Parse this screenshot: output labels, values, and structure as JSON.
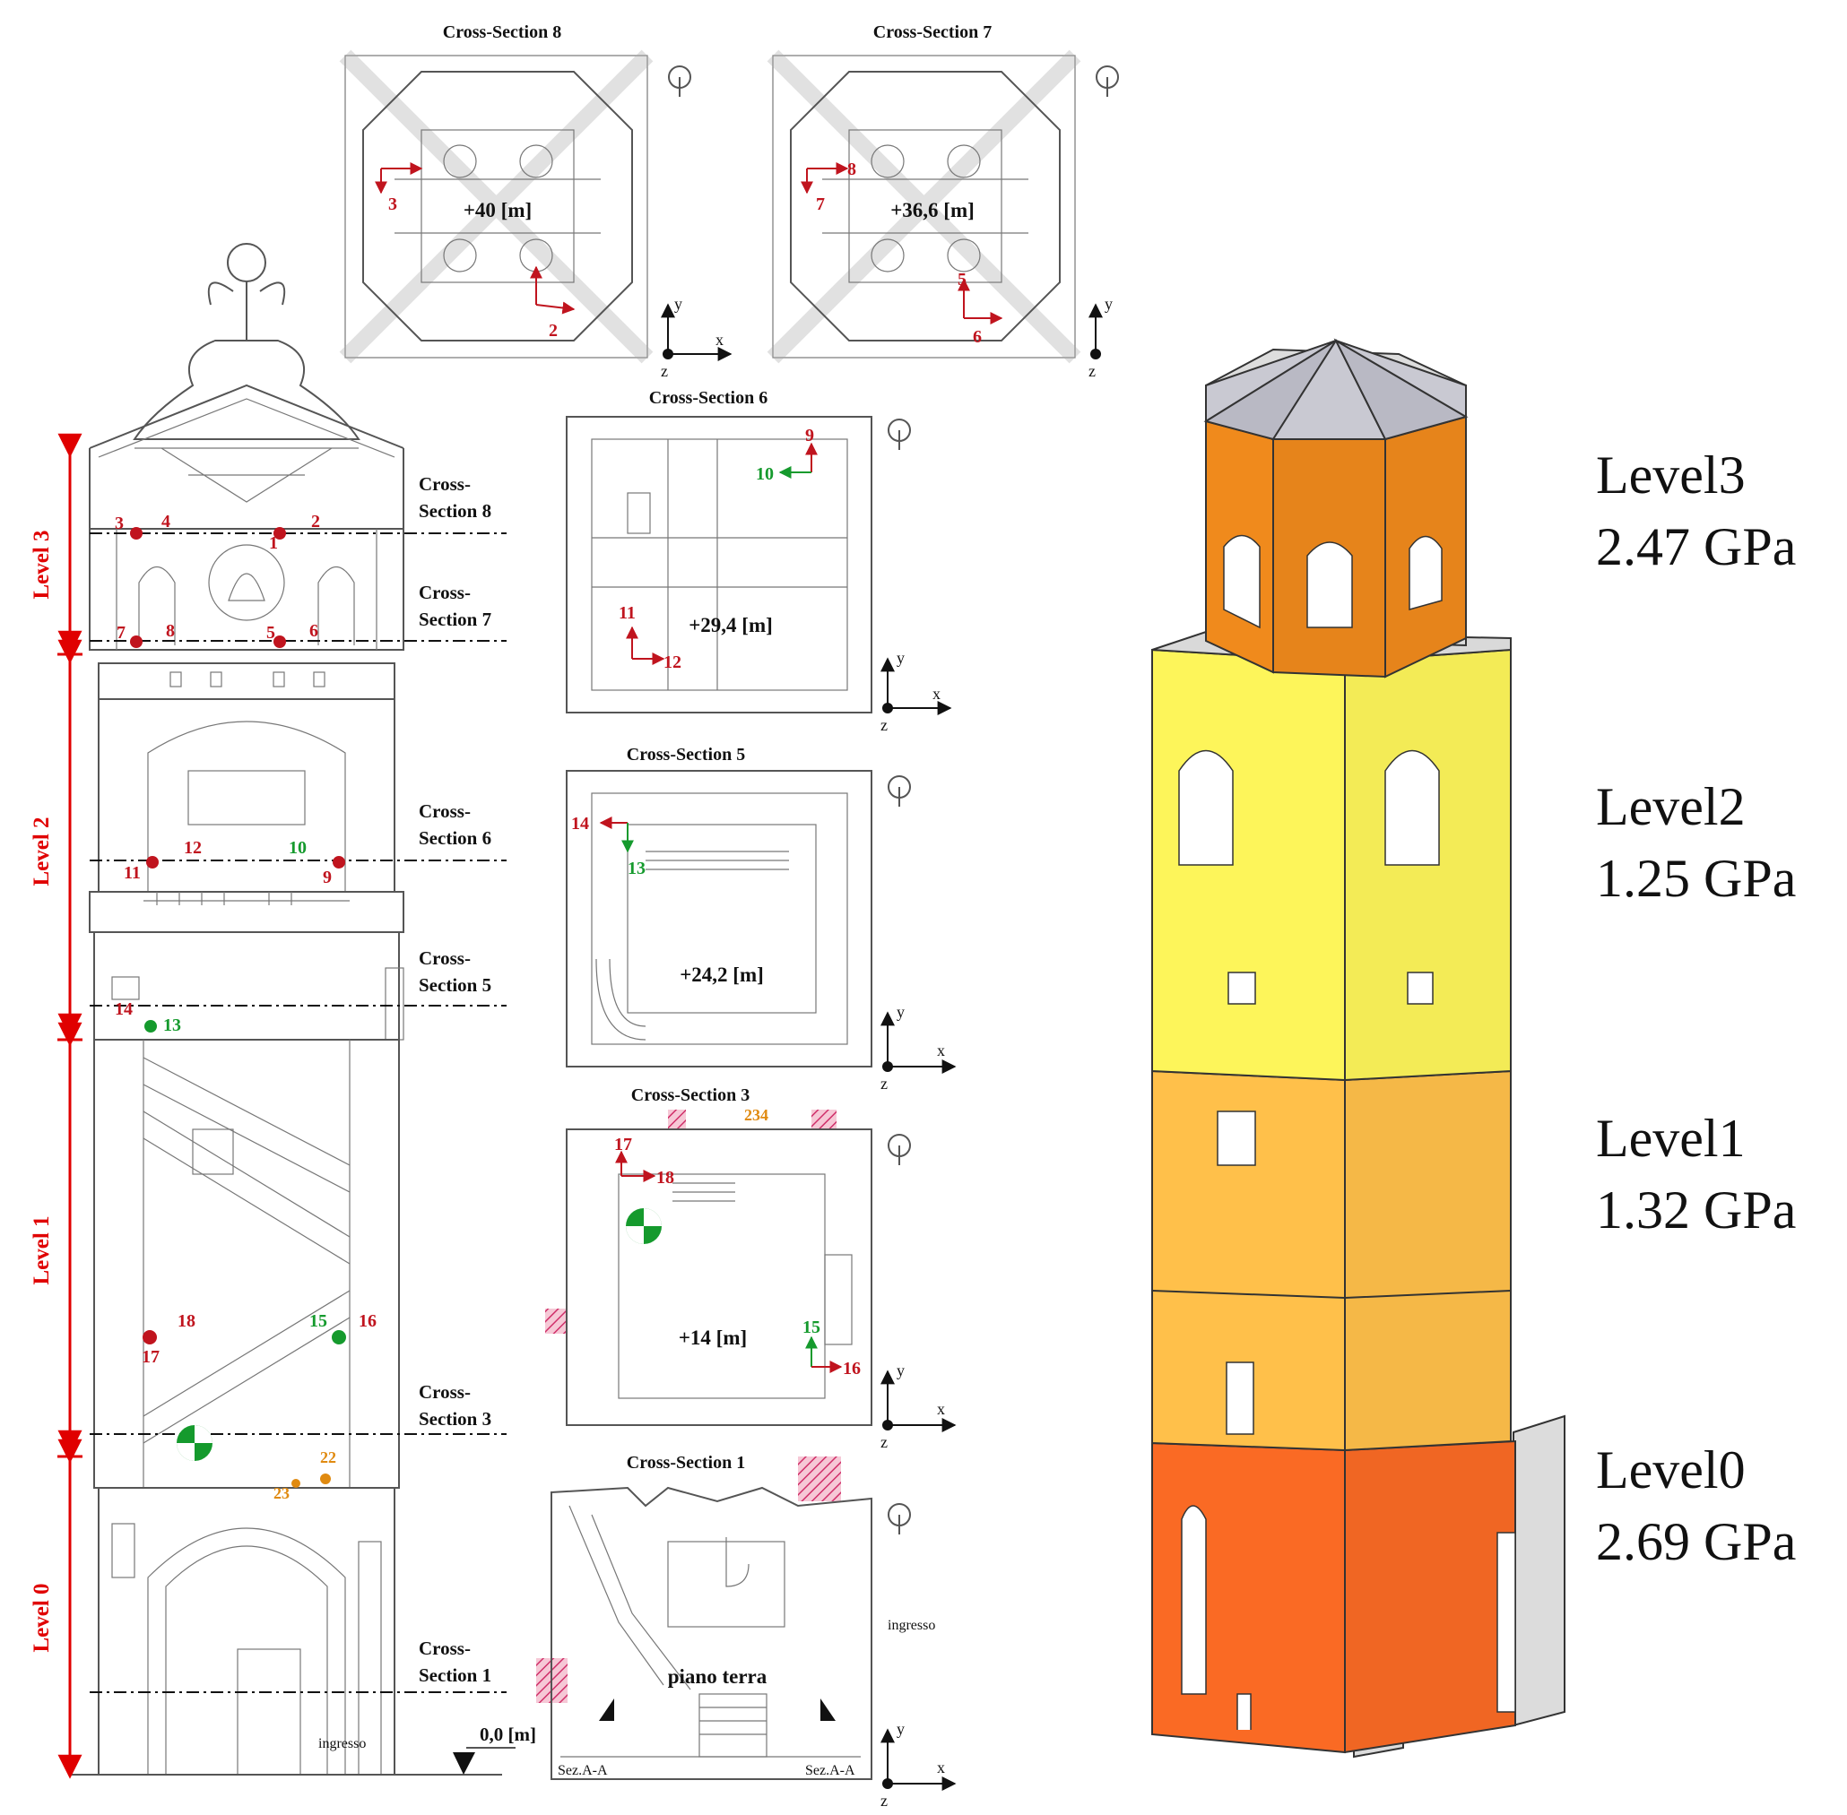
{
  "cross_sections": {
    "cs8": {
      "title": "Cross-Section  8",
      "elevation": "+40 [m]"
    },
    "cs7": {
      "title": "Cross-Section  7",
      "elevation": "+36,6 [m]"
    },
    "cs6": {
      "title": "Cross-Section  6",
      "elevation": "+29,4 [m]"
    },
    "cs5": {
      "title": "Cross-Section  5",
      "elevation": "+24,2 [m]"
    },
    "cs3": {
      "title": "Cross-Section  3",
      "elevation": "+14 [m]",
      "label_234": "234"
    },
    "cs1": {
      "title": "Cross-Section  1",
      "center": "piano terra",
      "side": "ingresso",
      "sez_left": "Sez.A-A",
      "sez_right": "Sez.A-A"
    }
  },
  "elevation_view": {
    "levels": [
      "Level 3",
      "Level 2",
      "Level 1",
      "Level 0"
    ],
    "section_words": {
      "cross": "Cross-",
      "section": "Section"
    },
    "section_numbers": [
      "8",
      "7",
      "6",
      "5",
      "3",
      "1"
    ],
    "ground": "0,0 [m]",
    "entrance": "ingresso"
  },
  "axes": {
    "x": "x",
    "y": "y",
    "z": "z"
  },
  "sensors": {
    "s1": "1",
    "s2": "2",
    "s3": "3",
    "s4": "4",
    "s5": "5",
    "s6": "6",
    "s7": "7",
    "s8": "8",
    "s9": "9",
    "s10": "10",
    "s11": "11",
    "s12": "12",
    "s13": "13",
    "s14": "14",
    "s15": "15",
    "s16": "16",
    "s17": "17",
    "s18": "18",
    "s22": "22",
    "s23": "23"
  },
  "model_levels": [
    {
      "name": "Level3",
      "value": "2.47 GPa",
      "color": "#f08a1c"
    },
    {
      "name": "Level2",
      "value": "1.25 GPa",
      "color": "#fdf55a"
    },
    {
      "name": "Level1",
      "value": "1.32 GPa",
      "color": "#ffc04a"
    },
    {
      "name": "Level0",
      "value": "2.69 GPa",
      "color": "#fa6a24"
    }
  ]
}
